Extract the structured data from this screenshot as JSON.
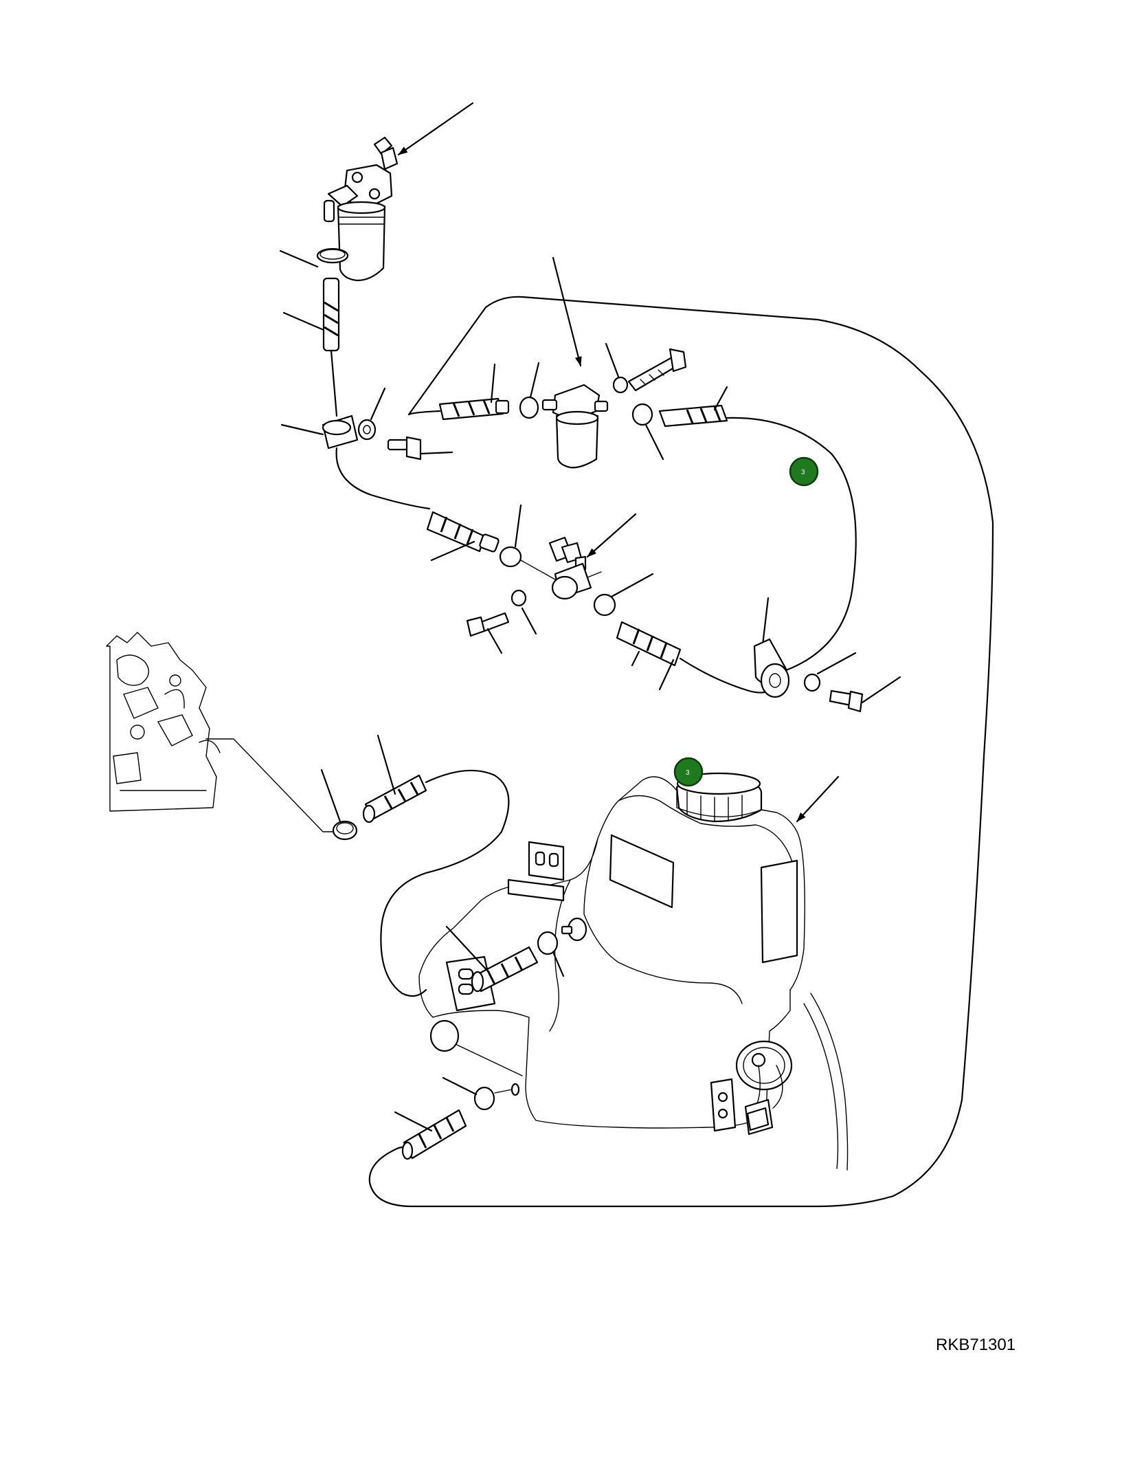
{
  "drawing": {
    "code": "RKB71301",
    "callout_badges": [
      {
        "id": "badge-hose-loop",
        "label": "3"
      },
      {
        "id": "badge-tank-cap",
        "label": "3"
      }
    ]
  },
  "colors": {
    "line": "#000000",
    "badge_fill": "#1f7a1f",
    "background": "#ffffff"
  }
}
